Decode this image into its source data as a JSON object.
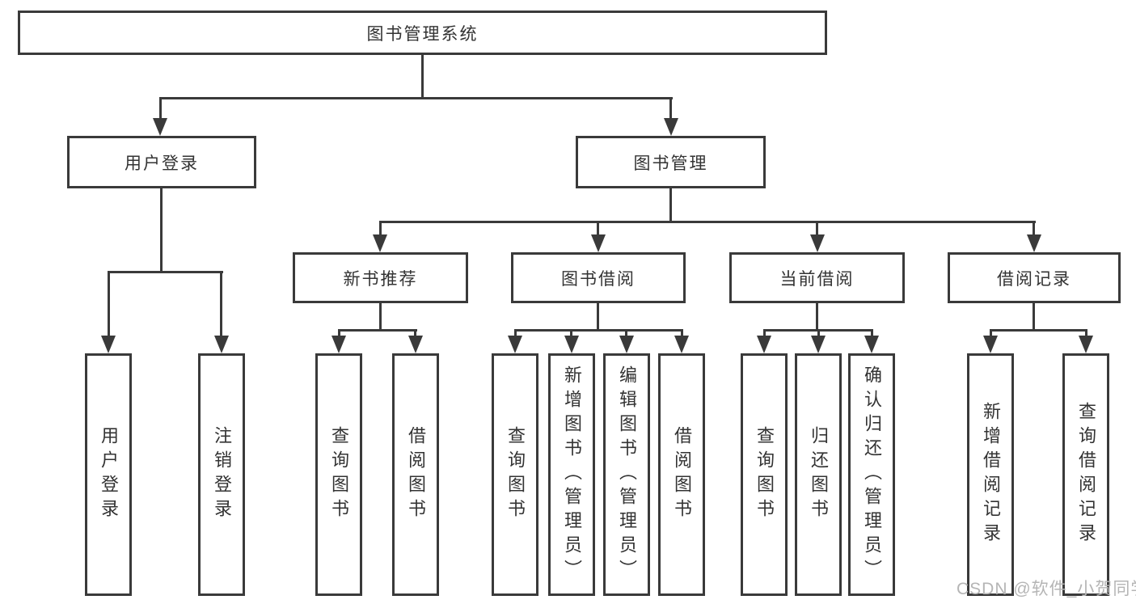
{
  "colors": {
    "line": "#3a3a3a",
    "box_border": "#3a3a3a",
    "text": "#333333",
    "watermark_text": "#b5b5b5",
    "background": "#ffffff"
  },
  "watermark": "CSDN @软件_小贺同学",
  "tree": {
    "root": "图书管理系统",
    "user_login_branch": {
      "label": "用户登录",
      "children": [
        "用户登录",
        "注销登录"
      ]
    },
    "book_mgmt_branch": {
      "label": "图书管理",
      "groups": [
        {
          "label": "新书推荐",
          "children": [
            "查询图书",
            "借阅图书"
          ]
        },
        {
          "label": "图书借阅",
          "children": [
            "查询图书",
            "新增图书（管理员）",
            "编辑图书（管理员）",
            "借阅图书"
          ]
        },
        {
          "label": "当前借阅",
          "children": [
            "查询图书",
            "归还图书",
            "确认归还（管理员）"
          ]
        },
        {
          "label": "借阅记录",
          "children": [
            "新增借阅记录",
            "查询借阅记录"
          ]
        }
      ]
    }
  }
}
